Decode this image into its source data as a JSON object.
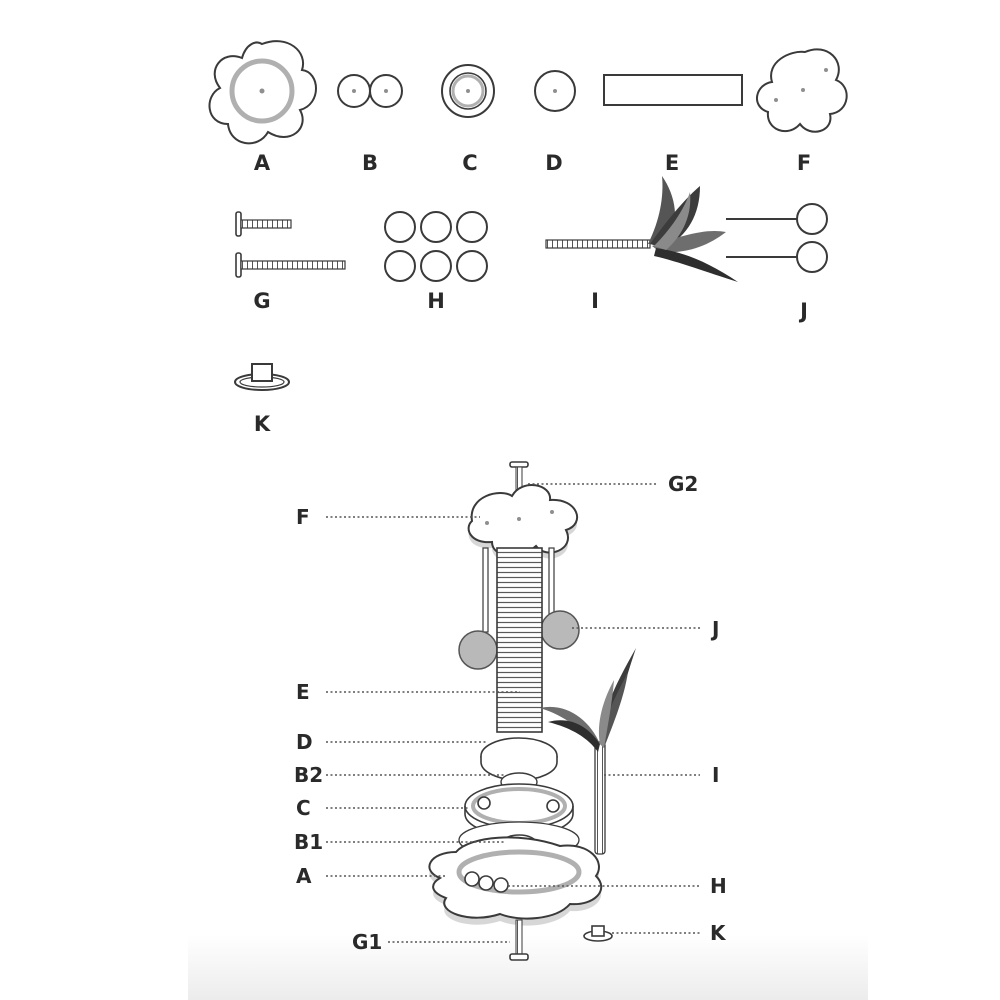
{
  "parts": {
    "A": "A",
    "B": "B",
    "C": "C",
    "D": "D",
    "E": "E",
    "F": "F",
    "G": "G",
    "H": "H",
    "I": "I",
    "J": "J",
    "K": "K"
  },
  "assembly": {
    "G2": "G2",
    "F": "F",
    "J": "J",
    "E": "E",
    "D": "D",
    "B2": "B2",
    "I": "I",
    "C": "C",
    "B1": "B1",
    "A": "A",
    "H": "H",
    "K": "K",
    "G1": "G1"
  },
  "colors": {
    "stroke": "#3a3a3a",
    "fill_grey": "#b9b9b9",
    "feather_dark": "#3c3c3c"
  }
}
